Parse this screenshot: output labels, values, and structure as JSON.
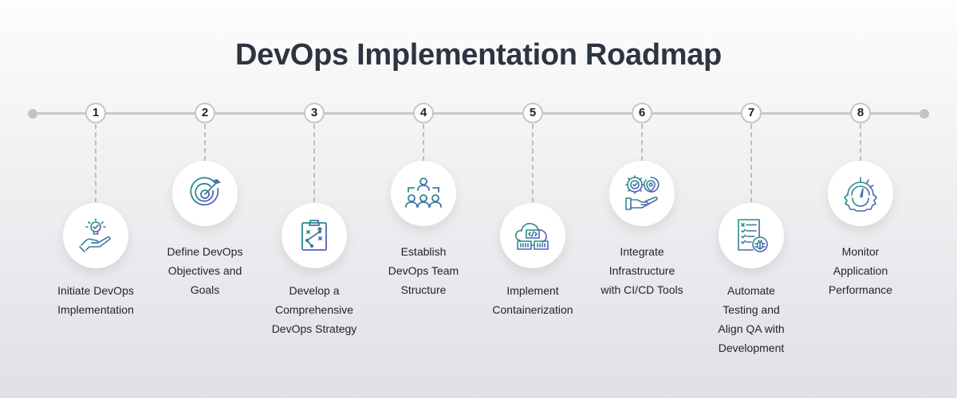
{
  "title": "DevOps Implementation Roadmap",
  "colors": {
    "title": "#2d3540",
    "icon_gradient_start": "#1e9a7a",
    "icon_gradient_end": "#5b55c4",
    "timeline": "#c9c9cc"
  },
  "steps": [
    {
      "number": "1",
      "label_lines": [
        "Initiate DevOps",
        "Implementation"
      ],
      "icon": "lightbulb-hand-icon"
    },
    {
      "number": "2",
      "label_lines": [
        "Define DevOps",
        "Objectives and",
        "Goals"
      ],
      "icon": "target-icon"
    },
    {
      "number": "3",
      "label_lines": [
        "Develop a",
        "Comprehensive",
        "DevOps Strategy"
      ],
      "icon": "strategy-clipboard-icon"
    },
    {
      "number": "4",
      "label_lines": [
        "Establish",
        "DevOps Team",
        "Structure"
      ],
      "icon": "team-structure-icon"
    },
    {
      "number": "5",
      "label_lines": [
        "Implement",
        "Containerization"
      ],
      "icon": "cloud-container-icon"
    },
    {
      "number": "6",
      "label_lines": [
        "Integrate",
        "Infrastructure",
        "with CI/CD Tools"
      ],
      "icon": "gear-location-hand-icon"
    },
    {
      "number": "7",
      "label_lines": [
        "Automate",
        "Testing and",
        "Align QA with",
        "Development"
      ],
      "icon": "checklist-bug-icon"
    },
    {
      "number": "8",
      "label_lines": [
        "Monitor",
        "Application",
        "Performance"
      ],
      "icon": "gauge-gear-icon"
    }
  ]
}
